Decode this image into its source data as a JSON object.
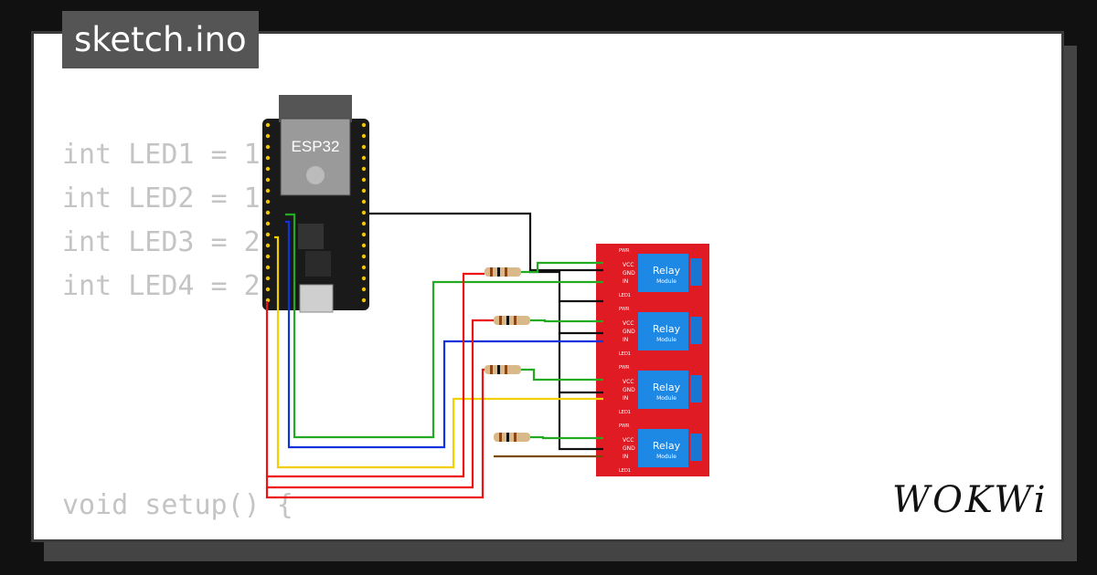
{
  "tab": {
    "filename": "sketch.ino"
  },
  "code_lines": {
    "l1": "int LED1 = 1",
    "l2": "int LED2 = 1",
    "l3": "int LED3 = 2",
    "l4": "int LED4 = 2",
    "l5": "void setup() {"
  },
  "board": {
    "label": "ESP32"
  },
  "relays": [
    {
      "label": "Relay",
      "sub": "Module",
      "pins": [
        "VCC",
        "GND",
        "IN"
      ],
      "led_pwr": "PWR",
      "led_1": "LED1"
    },
    {
      "label": "Relay",
      "sub": "Module",
      "pins": [
        "VCC",
        "GND",
        "IN"
      ],
      "led_pwr": "PWR",
      "led_1": "LED1"
    },
    {
      "label": "Relay",
      "sub": "Module",
      "pins": [
        "VCC",
        "GND",
        "IN"
      ],
      "led_pwr": "PWR",
      "led_1": "LED1"
    },
    {
      "label": "Relay",
      "sub": "Module",
      "pins": [
        "VCC",
        "GND",
        "IN"
      ],
      "led_pwr": "PWR",
      "led_1": "LED1"
    }
  ],
  "brand": {
    "logo": "WOKWi"
  },
  "colors": {
    "relay_board": "#e01b24",
    "relay_chip": "#1e88e5",
    "wire_green": "#22aa22",
    "wire_blue": "#1133dd",
    "wire_yellow": "#f2d000",
    "wire_red": "#ee1111",
    "wire_black": "#111111",
    "wire_brown": "#7a4a00"
  }
}
